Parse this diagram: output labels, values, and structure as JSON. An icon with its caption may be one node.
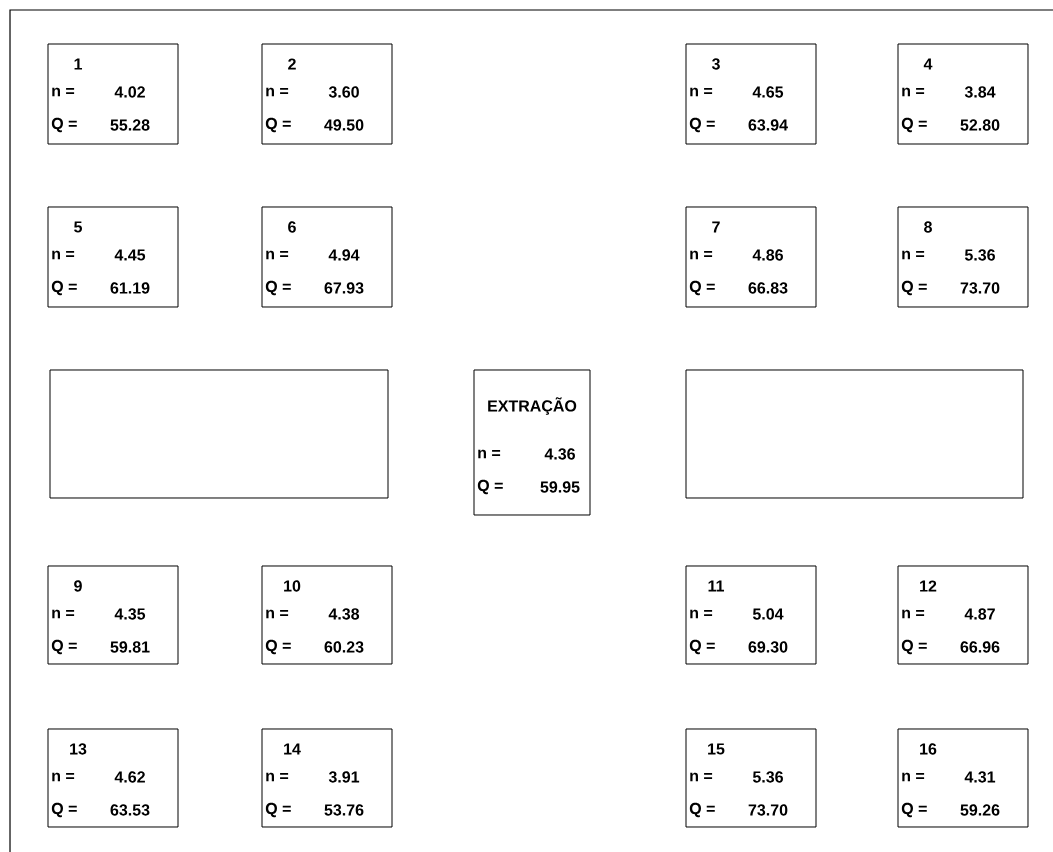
{
  "diagram": {
    "nodes": [
      {
        "text": [
          "1",
          "n =",
          "4.02",
          "Q =",
          "55.28"
        ]
      },
      {
        "text": [
          "2",
          "n =",
          "3.60",
          "Q =",
          "49.50"
        ]
      },
      {
        "text": [
          "3",
          "n =",
          "4.65",
          "Q =",
          "63.94"
        ]
      },
      {
        "text": [
          "4",
          "n =",
          "3.84",
          "Q =",
          "52.80"
        ]
      },
      {
        "text": [
          "5",
          "n =",
          "4.45",
          "Q =",
          "61.19"
        ]
      },
      {
        "text": [
          "6",
          "n =",
          "4.94",
          "Q =",
          "67.93"
        ]
      },
      {
        "text": [
          "7",
          "n =",
          "4.86",
          "Q =",
          "66.83"
        ]
      },
      {
        "text": [
          "8",
          "n =",
          "5.36",
          "Q =",
          "73.70"
        ]
      },
      {
        "text": [],
        "shape": "box"
      },
      {
        "text": [
          "EXTRAÇÃO",
          "n =",
          "4.36",
          "Q =",
          "59.95"
        ]
      },
      {
        "text": [],
        "shape": "box"
      },
      {
        "text": [
          "9",
          "n =",
          "4.35",
          "Q =",
          "59.81"
        ]
      },
      {
        "text": [
          "10",
          "n =",
          "4.38",
          "Q =",
          "60.23"
        ]
      },
      {
        "text": [
          "11",
          "n =",
          "5.04",
          "Q =",
          "69.30"
        ]
      },
      {
        "text": [
          "12",
          "n =",
          "4.87",
          "Q =",
          "66.96"
        ]
      },
      {
        "text": [
          "13",
          "n =",
          "4.62",
          "Q =",
          "63.53"
        ]
      },
      {
        "text": [
          "14",
          "n =",
          "3.91",
          "Q =",
          "53.76"
        ]
      },
      {
        "text": [
          "15",
          "n =",
          "5.36",
          "Q =",
          "73.70"
        ]
      },
      {
        "text": [
          "16",
          "n =",
          "4.31",
          "Q =",
          "59.26"
        ]
      }
    ]
  }
}
